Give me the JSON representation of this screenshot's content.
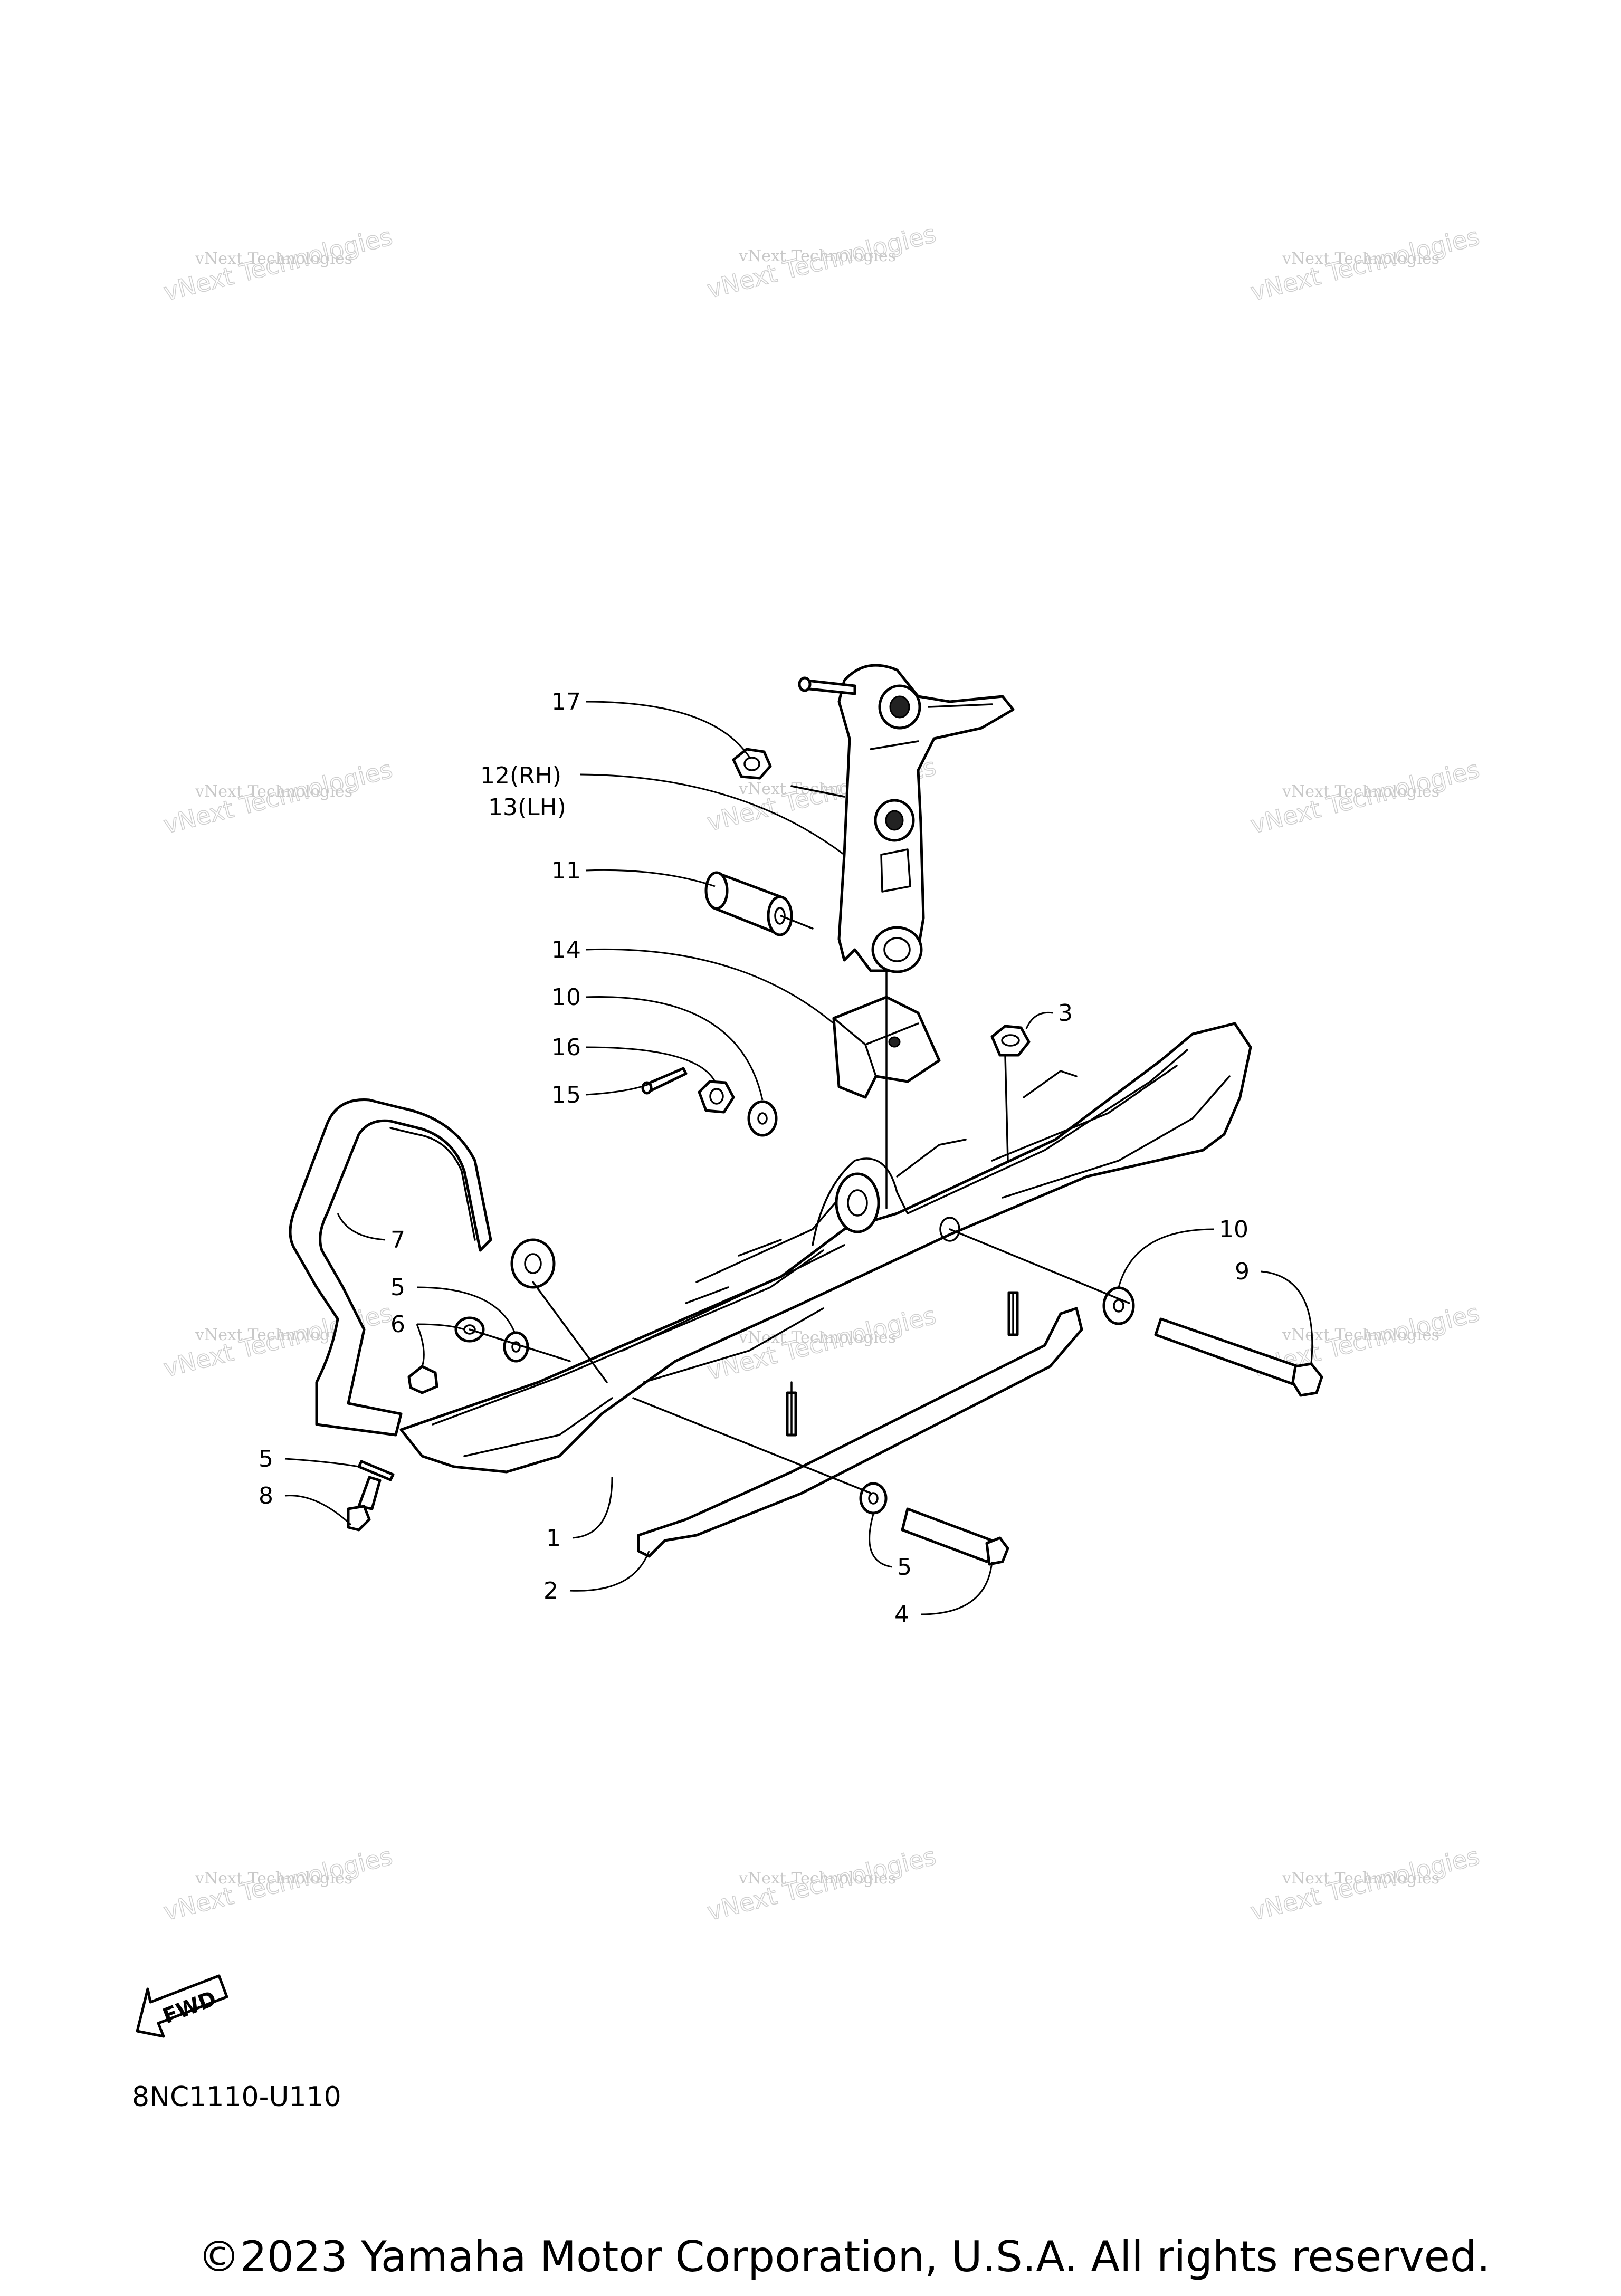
{
  "watermark": {
    "line1": "vNext Technologies",
    "line2": "vNext Technologies"
  },
  "callouts": {
    "c17": "17",
    "c12": "12(RH)",
    "c13": "13(LH)",
    "c11": "11",
    "c14": "14",
    "c10a": "10",
    "c3": "3",
    "c16": "16",
    "c15": "15",
    "c10b": "10",
    "c9": "9",
    "c7": "7",
    "c5a": "5",
    "c6": "6",
    "c5b": "5",
    "c8": "8",
    "c1": "1",
    "c2": "2",
    "c5c": "5",
    "c4": "4"
  },
  "fwd_label": "FWD",
  "diagram_code": "8NC1110-U110",
  "copyright": "©2023 Yamaha Motor Corporation, U.S.A. All rights reserved."
}
